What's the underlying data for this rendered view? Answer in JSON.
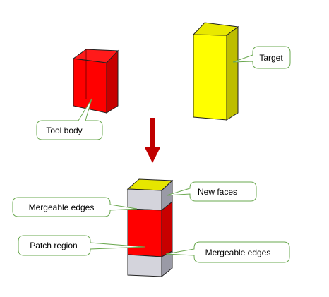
{
  "callouts": {
    "target": "Target",
    "tool_body": "Tool body",
    "new_faces": "New faces",
    "mergeable_edges_left": "Mergeable edges",
    "patch_region": "Patch region",
    "mergeable_edges_right": "Mergeable edges"
  },
  "colors": {
    "tool_red": "#ff0000",
    "target_yellow": "#ffff00",
    "cap_gray": "#d4d4dc",
    "arrow": "#c00000",
    "callout_border": "#6aa84f"
  }
}
